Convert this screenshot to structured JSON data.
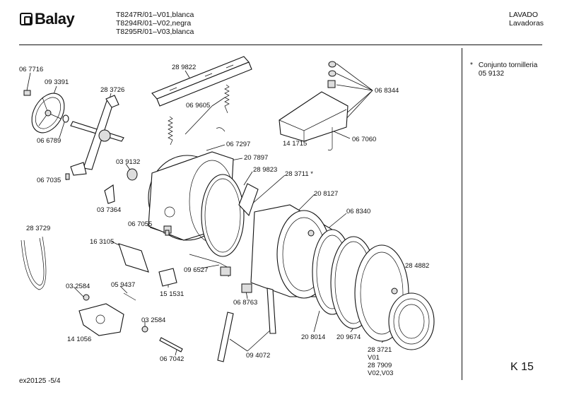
{
  "header": {
    "brand": "Balay",
    "models": [
      "T8247R/01–V01,blanca",
      "T8294R/01–V02,negra",
      "T8295R/01–V03,blanca"
    ],
    "section": [
      "LAVADO",
      "Lavadoras"
    ]
  },
  "note": {
    "marker": "*",
    "lines": [
      "Conjunto tornilleria",
      "05 9132"
    ]
  },
  "page_code": "K 15",
  "footer": "ex20125 -5/4",
  "labels": [
    {
      "id": "l-067716",
      "text": "06 7716"
    },
    {
      "id": "l-093391",
      "text": "09 3391"
    },
    {
      "id": "l-283726",
      "text": "28 3726"
    },
    {
      "id": "l-289822",
      "text": "28 9822"
    },
    {
      "id": "l-069605",
      "text": "06 9605"
    },
    {
      "id": "l-066789",
      "text": "06 6789"
    },
    {
      "id": "l-067297",
      "text": "06 7297"
    },
    {
      "id": "l-207897",
      "text": "20 7897"
    },
    {
      "id": "l-039132",
      "text": "03 9132"
    },
    {
      "id": "l-289823",
      "text": "28 9823"
    },
    {
      "id": "l-283711",
      "text": "28 3711 *"
    },
    {
      "id": "l-067035",
      "text": "06 7035"
    },
    {
      "id": "l-037364",
      "text": "03 7364"
    },
    {
      "id": "l-208127",
      "text": "20 8127"
    },
    {
      "id": "l-068344",
      "text": "06 8344"
    },
    {
      "id": "l-141715",
      "text": "14 1715"
    },
    {
      "id": "l-067060",
      "text": "06 7060"
    },
    {
      "id": "l-283729",
      "text": "28 3729"
    },
    {
      "id": "l-067055",
      "text": "06 7055"
    },
    {
      "id": "l-068340",
      "text": "06 8340"
    },
    {
      "id": "l-163105",
      "text": "16 3105"
    },
    {
      "id": "l-096527",
      "text": "09 6527"
    },
    {
      "id": "l-284882",
      "text": "28 4882"
    },
    {
      "id": "l-032584a",
      "text": "03 2584"
    },
    {
      "id": "l-059437",
      "text": "05 9437"
    },
    {
      "id": "l-151531",
      "text": "15 1531"
    },
    {
      "id": "l-068763",
      "text": "06 8763"
    },
    {
      "id": "l-032584b",
      "text": "03 2584"
    },
    {
      "id": "l-141056",
      "text": "14 1056"
    },
    {
      "id": "l-208014",
      "text": "20 8014"
    },
    {
      "id": "l-209674",
      "text": "20 9674"
    },
    {
      "id": "l-067042",
      "text": "06 7042"
    },
    {
      "id": "l-094072",
      "text": "09 4072"
    },
    {
      "id": "l-283721",
      "text": "28 3721"
    },
    {
      "id": "l-v01",
      "text": "V01"
    },
    {
      "id": "l-287909",
      "text": "28 7909"
    },
    {
      "id": "l-v0203",
      "text": "V02,V03"
    }
  ]
}
